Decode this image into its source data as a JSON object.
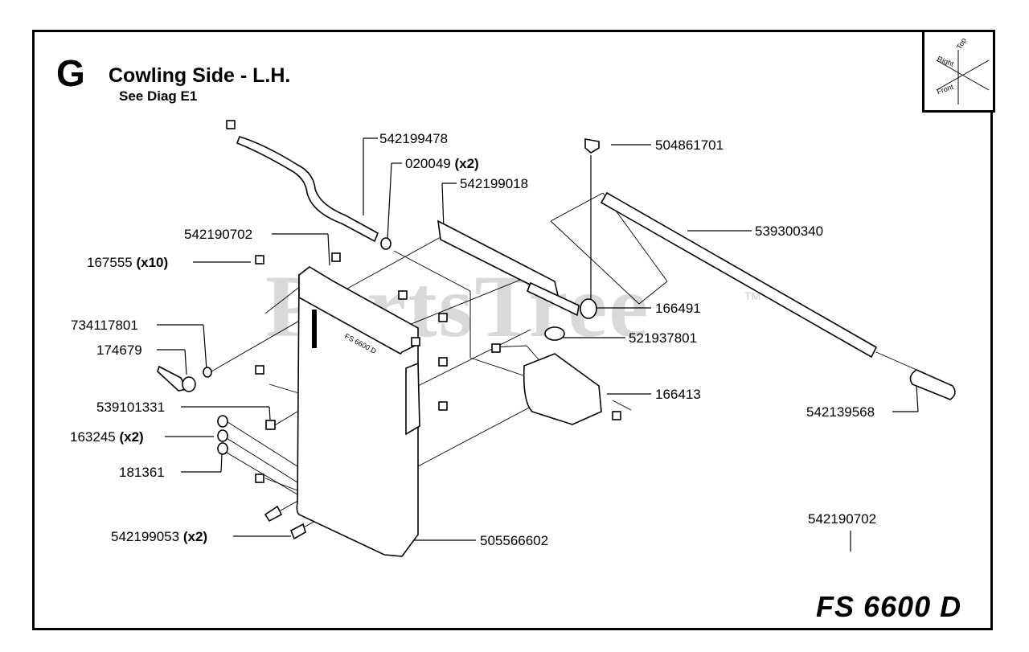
{
  "section": {
    "letter": "G",
    "title": "Cowling Side - L.H.",
    "subtitle": "See Diag E1"
  },
  "watermark": {
    "text": "PartsTree",
    "tm": "TM"
  },
  "orientation": {
    "top": "Top",
    "right": "Right",
    "front": "Front"
  },
  "model": "FS 6600 D",
  "parts": {
    "p542199478": {
      "number": "542199478"
    },
    "p020049": {
      "number": "020049",
      "qty": "(x2)"
    },
    "p542199018": {
      "number": "542199018"
    },
    "p504861701": {
      "number": "504861701"
    },
    "p539300340": {
      "number": "539300340"
    },
    "p542190702a": {
      "number": "542190702"
    },
    "p167555": {
      "number": "167555",
      "qty": "(x10)"
    },
    "p166491": {
      "number": "166491"
    },
    "p734117801": {
      "number": "734117801"
    },
    "p521937801": {
      "number": "521937801"
    },
    "p174679": {
      "number": "174679"
    },
    "p166413": {
      "number": "166413"
    },
    "p539101331": {
      "number": "539101331"
    },
    "p542139568": {
      "number": "542139568"
    },
    "p163245": {
      "number": "163245",
      "qty": "(x2)"
    },
    "p181361": {
      "number": "181361"
    },
    "p542199053": {
      "number": "542199053",
      "qty": "(x2)"
    },
    "p505566602": {
      "number": "505566602"
    },
    "p542190702b": {
      "number": "542190702"
    }
  }
}
